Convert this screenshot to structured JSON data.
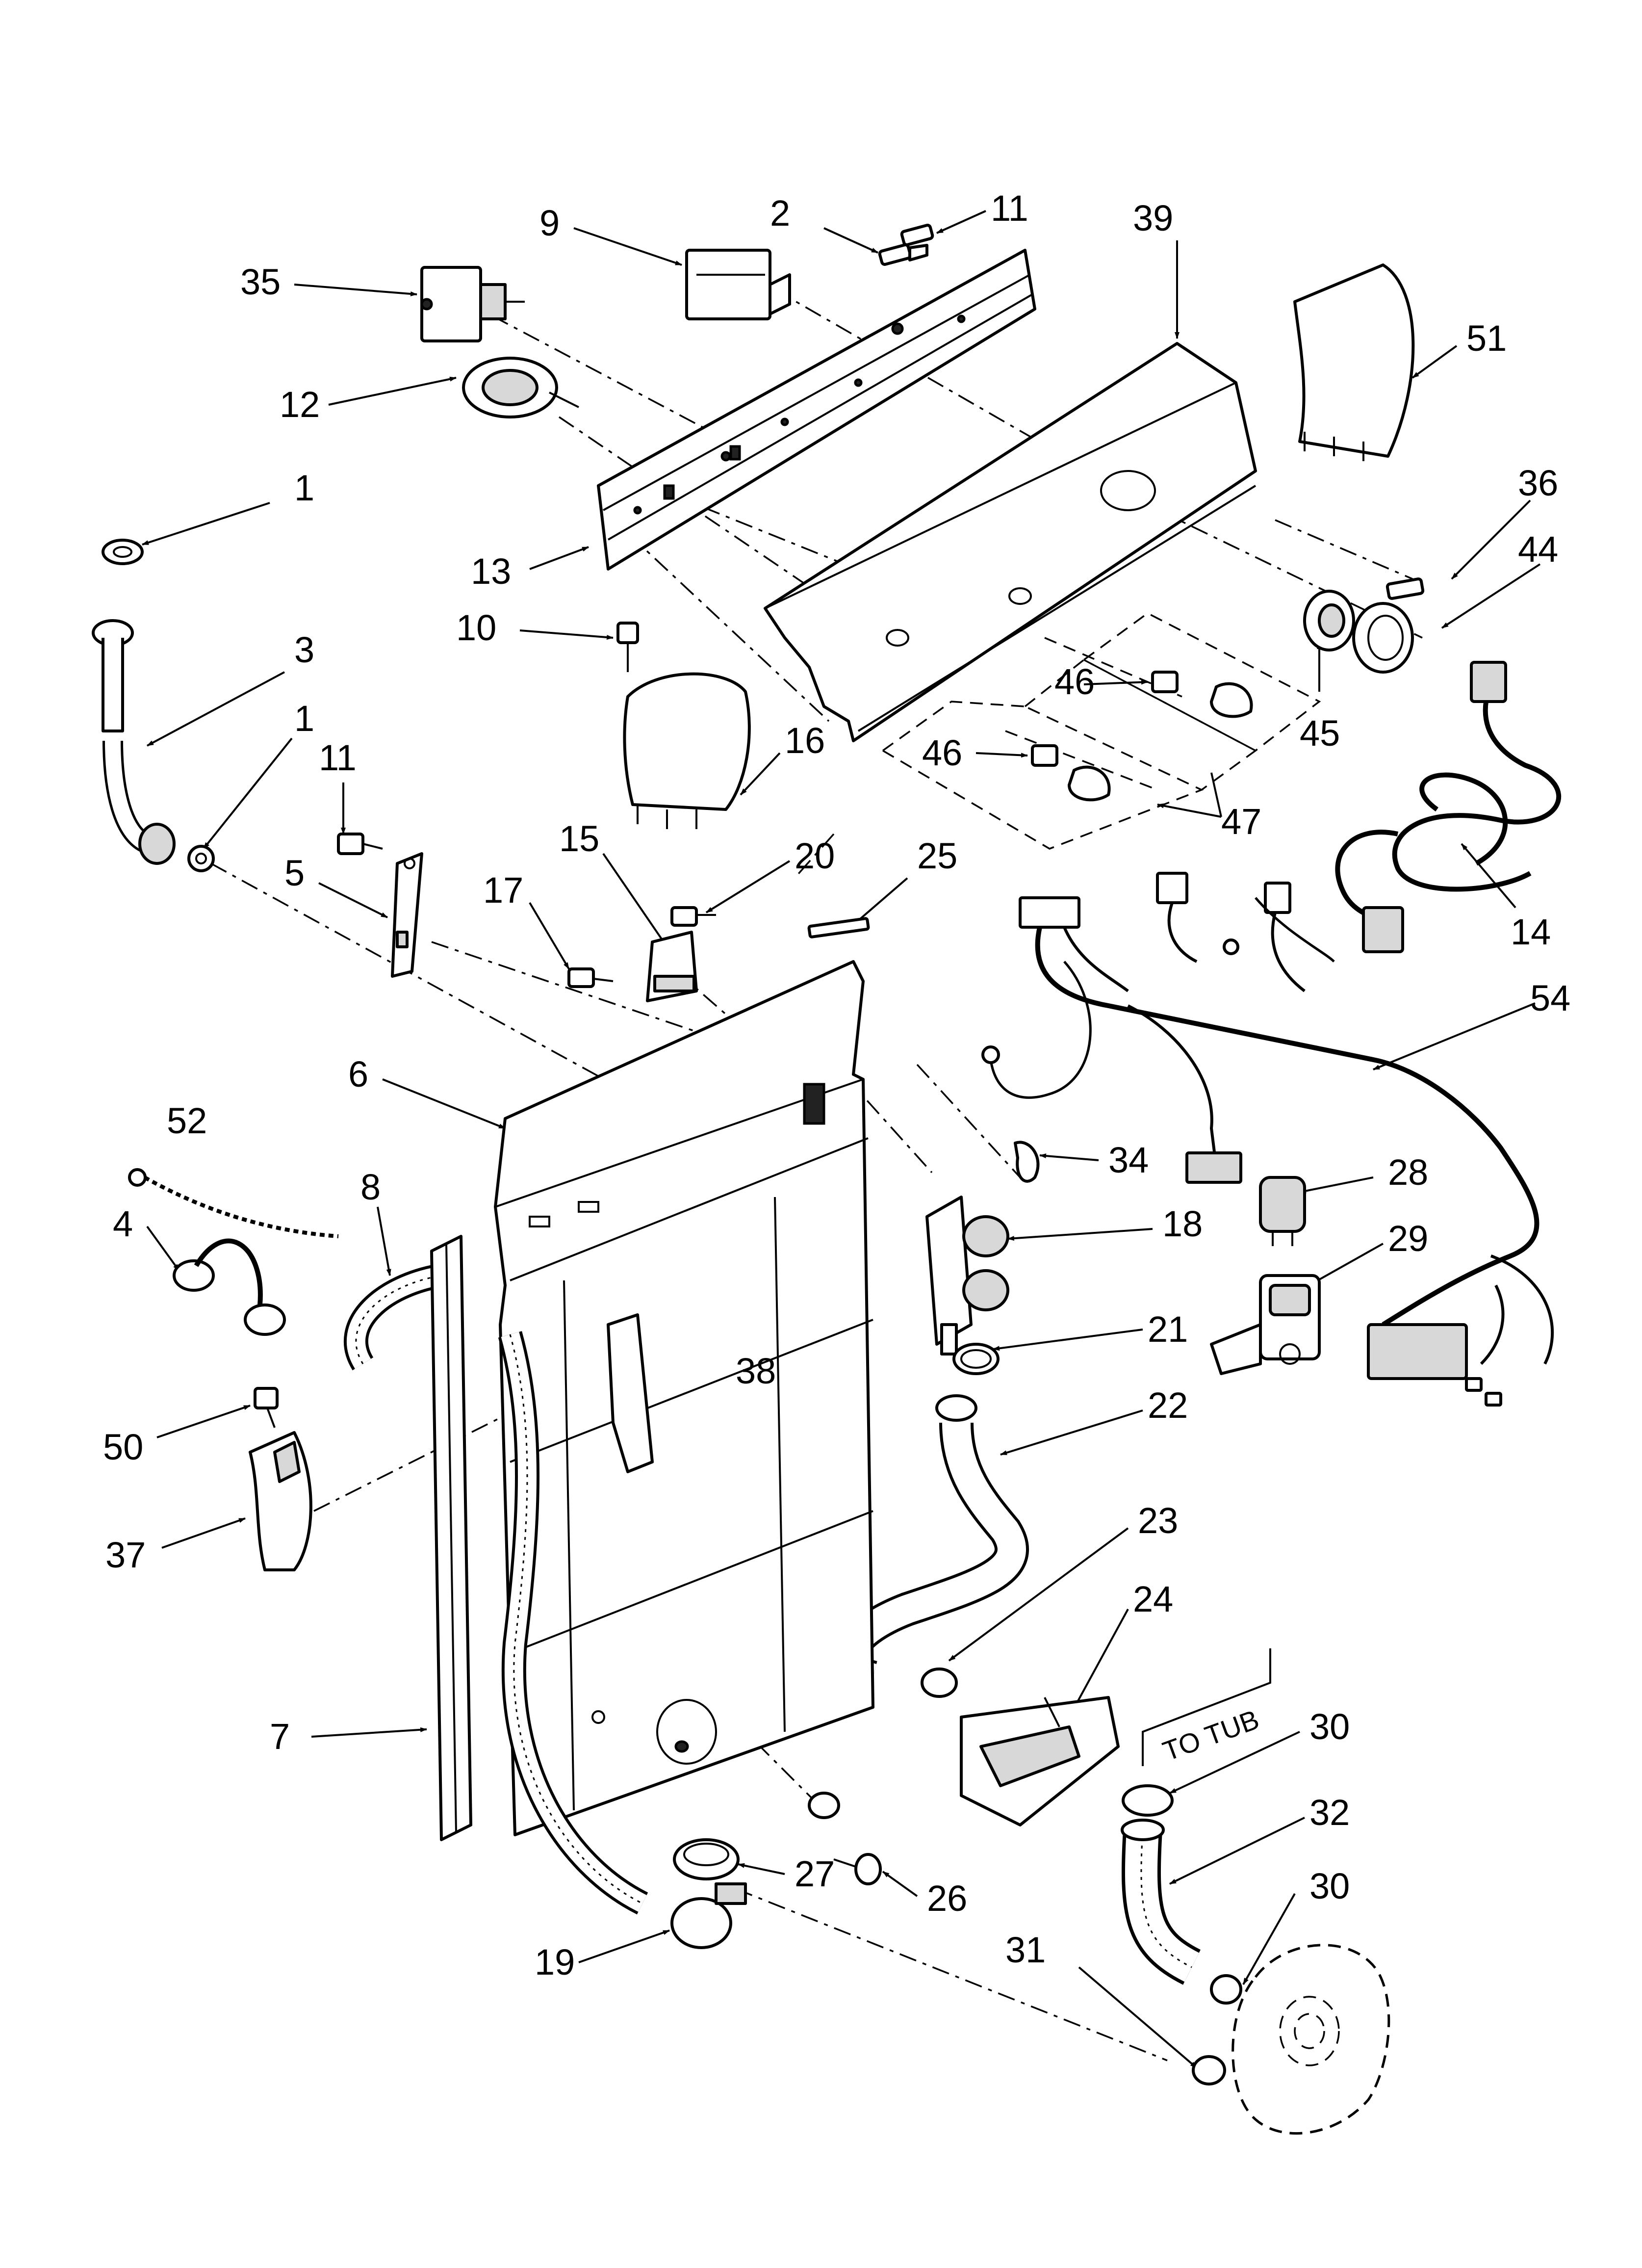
{
  "labels": {
    "l9": "9",
    "l2": "2",
    "l11a": "11",
    "l39": "39",
    "l35": "35",
    "l12": "12",
    "l51": "51",
    "l1a": "1",
    "l13": "13",
    "l36": "36",
    "l44": "44",
    "l10": "10",
    "l3": "3",
    "l46a": "46",
    "l1b": "1",
    "l45": "45",
    "l16": "16",
    "l11b": "11",
    "l46b": "46",
    "l47": "47",
    "l15": "15",
    "l20": "20",
    "l25": "25",
    "l5": "5",
    "l17": "17",
    "l14": "14",
    "l54": "54",
    "l6": "6",
    "l52": "52",
    "l34": "34",
    "l28": "28",
    "l8": "8",
    "l4": "4",
    "l18": "18",
    "l29": "29",
    "l21": "21",
    "l38": "38",
    "l22": "22",
    "l50": "50",
    "l37": "37",
    "l23": "23",
    "l24": "24",
    "l7": "7",
    "l30a": "30",
    "l32": "32",
    "l27": "27",
    "l26": "26",
    "l30b": "30",
    "l19": "19",
    "l31": "31"
  },
  "annotation": {
    "to_tub": "TO TUB"
  }
}
